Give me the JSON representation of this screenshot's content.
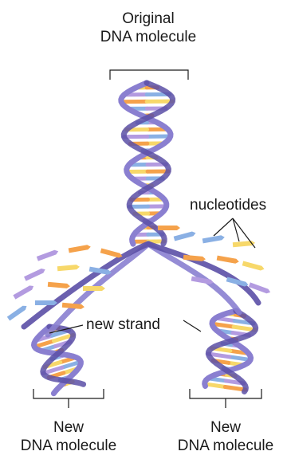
{
  "labels": {
    "original_line1": "Original",
    "original_line2": "DNA molecule",
    "nucleotides": "nucleotides",
    "new_strand": "new strand",
    "new_left_line1": "New",
    "new_left_line2": "DNA molecule",
    "new_right_line1": "New",
    "new_right_line2": "DNA molecule"
  },
  "colors": {
    "backbone": "#8a7fd0",
    "backbone_dark": "#5b4fa6",
    "base_orange": "#f5a24b",
    "base_yellow": "#f7d86a",
    "base_blue": "#8ab0e4",
    "base_purple": "#b39be0",
    "text": "#1a1a1a"
  }
}
